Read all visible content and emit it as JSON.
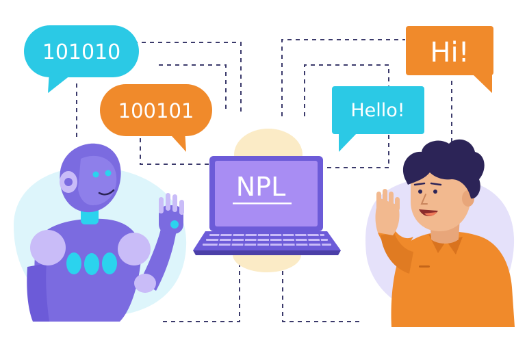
{
  "bubbles": {
    "binary_top": {
      "text": "101010",
      "color": "#2BC9E5"
    },
    "binary_bottom": {
      "text": "100101",
      "color": "#F08A2B"
    },
    "hello": {
      "text": "Hello!",
      "color": "#2BC9E5"
    },
    "hi": {
      "text": "Hi!",
      "color": "#F08A2B"
    }
  },
  "laptop": {
    "screen_text": "NPL",
    "color": "#A88DF3"
  },
  "colors": {
    "robot_body": "#7B6BE0",
    "robot_light": "#C9BCF8",
    "robot_accent": "#2BD3EE",
    "person_shirt": "#F08A2B",
    "person_hair": "#2C2457",
    "skin": "#F2B98F",
    "connector": "#3B3A6B"
  }
}
